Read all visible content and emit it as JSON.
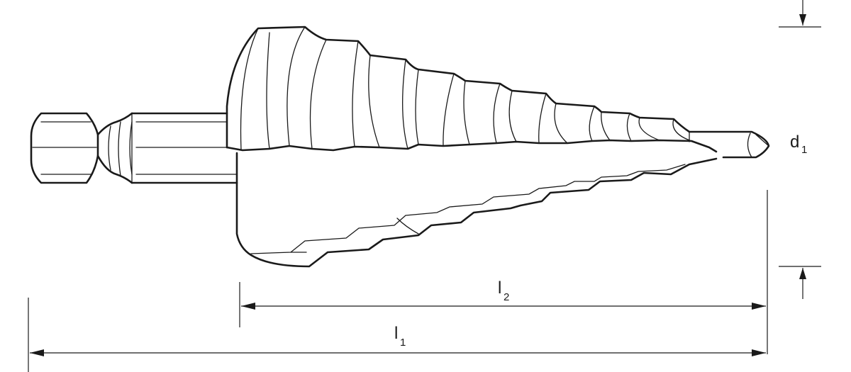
{
  "labels": {
    "diameter": {
      "main": "d",
      "sub": "1"
    },
    "length_step": {
      "main": "l",
      "sub": "2"
    },
    "length_total": {
      "main": "l",
      "sub": "1"
    }
  }
}
